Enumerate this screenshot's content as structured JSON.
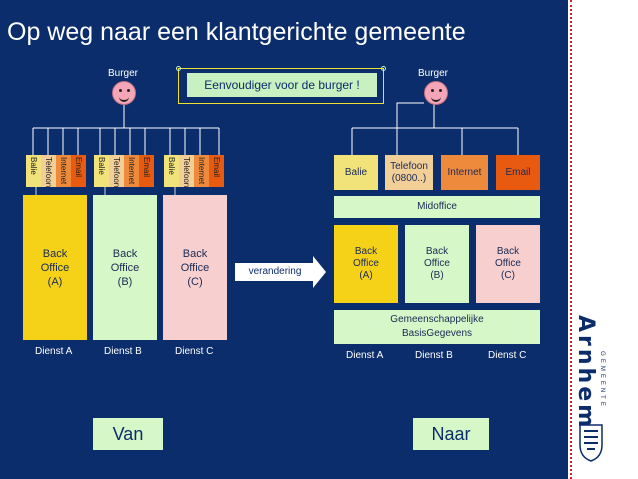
{
  "title": "Op weg naar een klantgerichte gemeente",
  "burger_label": "Burger",
  "callout": "Eenvoudiger voor de burger !",
  "channels_left": [
    "Balie",
    "Telefoon",
    "Internet",
    "Email"
  ],
  "left_columns": [
    {
      "backoffice": [
        "Back",
        "Office",
        "(A)"
      ],
      "dienst": "Dienst A"
    },
    {
      "backoffice": [
        "Back",
        "Office",
        "(B)"
      ],
      "dienst": "Dienst B"
    },
    {
      "backoffice": [
        "Back",
        "Office",
        "(C)"
      ],
      "dienst": "Dienst C"
    }
  ],
  "change_label": "verandering",
  "right_channels": {
    "balie": "Balie",
    "telefoon": [
      "Telefoon",
      "(0800..)"
    ],
    "internet": "Internet",
    "email": "Email"
  },
  "midoffice": "Midoffice",
  "right_backoffices": [
    {
      "lines": [
        "Back",
        "Office",
        "(A)"
      ],
      "dienst": "Dienst A"
    },
    {
      "lines": [
        "Back",
        "Office",
        "(B)"
      ],
      "dienst": "Dienst B"
    },
    {
      "lines": [
        "Back",
        "Office",
        "(C)"
      ],
      "dienst": "Dienst C"
    }
  ],
  "gbg": [
    "Gemeenschappelijke",
    "BasisGegevens"
  ],
  "van": "Van",
  "naar": "Naar",
  "brand": {
    "name": "Arnhem",
    "sub": "GEMEENTE"
  },
  "colors": {
    "background": "#0c2d6b",
    "balie": "#f2e27a",
    "telefoon": "#f3cf98",
    "internet": "#ee8a3c",
    "email": "#e85a10",
    "backoffice_a": "#f5d218",
    "backoffice_b": "#d6f7c8",
    "backoffice_c": "#f8cfcf",
    "midoffice": "#d6f7c8",
    "callout": "#c8f0c0",
    "face": "#f4a6b8"
  }
}
